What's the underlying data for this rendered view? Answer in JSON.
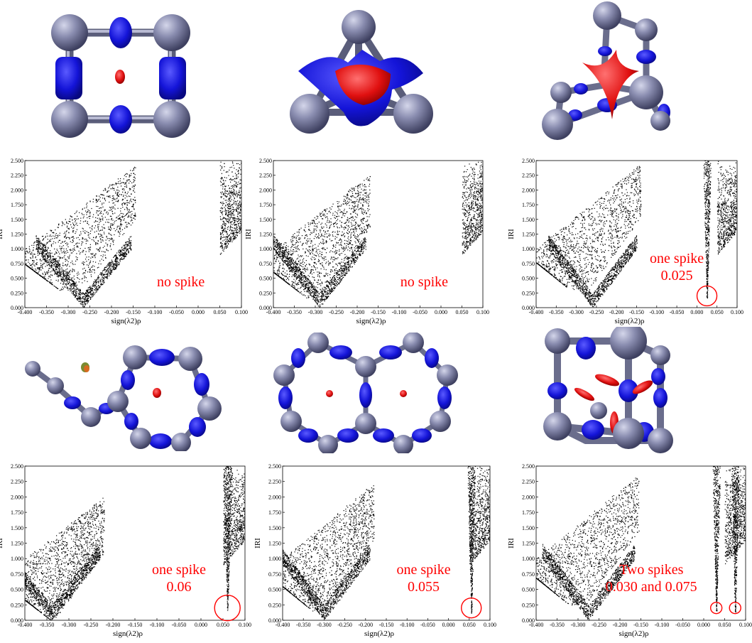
{
  "chart_data": [
    {
      "type": "scatter",
      "title": "",
      "xlabel": "sign(λ2)ρ",
      "ylabel": "IRI",
      "xlim": [
        -0.4,
        0.1
      ],
      "ylim": [
        0,
        2.5
      ],
      "x_ticks": [
        "-0.400",
        "-0.350",
        "-0.300",
        "-0.250",
        "-0.200",
        "-0.150",
        "-0.100",
        "-0.050",
        "0.000",
        "0.050",
        "0.100"
      ],
      "y_ticks": [
        "0.000",
        "0.250",
        "0.500",
        "0.750",
        "1.000",
        "1.250",
        "1.500",
        "1.750",
        "2.000",
        "2.250",
        "2.500"
      ],
      "annotation_lines": [
        "no spike"
      ],
      "spikes": [],
      "notable_minima_x": [
        -0.265
      ],
      "point_color": "#000000",
      "annotation_color": "#ff0000"
    },
    {
      "type": "scatter",
      "title": "",
      "xlabel": "sign(λ2)ρ",
      "ylabel": "IRI",
      "xlim": [
        -0.4,
        0.1
      ],
      "ylim": [
        0,
        2.5
      ],
      "x_ticks": [
        "-0.400",
        "-0.350",
        "-0.300",
        "-0.250",
        "-0.200",
        "-0.150",
        "-0.100",
        "-0.050",
        "0.000",
        "0.050",
        "0.100"
      ],
      "y_ticks": [
        "0.000",
        "0.250",
        "0.500",
        "0.750",
        "1.000",
        "1.250",
        "1.500",
        "1.750",
        "2.000",
        "2.250",
        "2.500"
      ],
      "annotation_lines": [
        "no spike"
      ],
      "spikes": [],
      "notable_minima_x": [
        -0.29
      ],
      "point_color": "#000000",
      "annotation_color": "#ff0000"
    },
    {
      "type": "scatter",
      "title": "",
      "xlabel": "sign(λ2)ρ",
      "ylabel": "IRI",
      "xlim": [
        -0.4,
        0.1
      ],
      "ylim": [
        0,
        2.5
      ],
      "x_ticks": [
        "-0.400",
        "-0.350",
        "-0.300",
        "-0.250",
        "-0.200",
        "-0.150",
        "-0.100",
        "-0.050",
        "0.000",
        "0.050",
        "0.100"
      ],
      "y_ticks": [
        "0.000",
        "0.250",
        "0.500",
        "0.750",
        "1.000",
        "1.250",
        "1.500",
        "1.750",
        "2.000",
        "2.250",
        "2.500"
      ],
      "annotation_lines": [
        "one spike",
        "0.025"
      ],
      "spikes": [
        0.025
      ],
      "notable_minima_x": [
        -0.26
      ],
      "point_color": "#000000",
      "annotation_color": "#ff0000"
    },
    {
      "type": "scatter",
      "title": "",
      "xlabel": "sign(λ2)ρ",
      "ylabel": "IRI",
      "xlim": [
        -0.4,
        0.1
      ],
      "ylim": [
        0,
        2.5
      ],
      "x_ticks": [
        "-0.400",
        "-0.350",
        "-0.300",
        "-0.250",
        "-0.200",
        "-0.150",
        "-0.100",
        "-0.050",
        "0.000",
        "0.050",
        "0.100"
      ],
      "y_ticks": [
        "0.000",
        "0.250",
        "0.500",
        "0.750",
        "1.000",
        "1.250",
        "1.500",
        "1.750",
        "2.000",
        "2.250",
        "2.500"
      ],
      "annotation_lines": [
        "one spike",
        "0.06"
      ],
      "spikes": [
        0.06
      ],
      "notable_minima_x": [
        -0.34
      ],
      "point_color": "#000000",
      "annotation_color": "#ff0000"
    },
    {
      "type": "scatter",
      "title": "",
      "xlabel": "sign(λ2)ρ",
      "ylabel": "IRI",
      "xlim": [
        -0.4,
        0.1
      ],
      "ylim": [
        0,
        2.5
      ],
      "x_ticks": [
        "-0.400",
        "-0.350",
        "-0.300",
        "-0.250",
        "-0.200",
        "-0.150",
        "-0.100",
        "-0.050",
        "0.000",
        "0.050",
        "0.100"
      ],
      "y_ticks": [
        "0.000",
        "0.250",
        "0.500",
        "0.750",
        "1.000",
        "1.250",
        "1.500",
        "1.750",
        "2.000",
        "2.250",
        "2.500"
      ],
      "annotation_lines": [
        "one spike",
        "0.055"
      ],
      "spikes": [
        0.055
      ],
      "notable_minima_x": [],
      "point_color": "#000000",
      "annotation_color": "#ff0000"
    },
    {
      "type": "scatter",
      "title": "",
      "xlabel": "sign(λ2)ρ",
      "ylabel": "IRI",
      "xlim": [
        -0.4,
        0.1
      ],
      "ylim": [
        0,
        2.5
      ],
      "x_ticks": [
        "-0.400",
        "-0.350",
        "-0.300",
        "-0.250",
        "-0.200",
        "-0.150",
        "-0.100",
        "-0.050",
        "0.000",
        "0.050",
        "0.100"
      ],
      "y_ticks": [
        "0.000",
        "0.250",
        "0.500",
        "0.750",
        "1.000",
        "1.250",
        "1.500",
        "1.750",
        "2.000",
        "2.250",
        "2.500"
      ],
      "annotation_lines": [
        "Two spikes",
        "0.030 and 0.075"
      ],
      "spikes": [
        0.03,
        0.075
      ],
      "notable_minima_x": [
        -0.275
      ],
      "point_color": "#000000",
      "annotation_color": "#ff0000"
    }
  ],
  "molecules": [
    {
      "name": "square-ring",
      "atom_color": "#7b7fa0",
      "attractive_isosurface_color": "#1a1ae6",
      "repulsive_isosurface_color": "#e61a1a"
    },
    {
      "name": "tetrahedron",
      "atom_color": "#7b7fa0",
      "attractive_isosurface_color": "#1a1ae6",
      "repulsive_isosurface_color": "#e61a1a"
    },
    {
      "name": "cage",
      "atom_color": "#7b7fa0",
      "attractive_isosurface_color": "#1a1ae6",
      "repulsive_isosurface_color": "#e61a1a"
    },
    {
      "name": "chain-ring",
      "atom_color": "#7b7fa0",
      "attractive_isosurface_color": "#1a1ae6",
      "repulsive_isosurface_color": "#e61a1a"
    },
    {
      "name": "fused-rings",
      "atom_color": "#7b7fa0",
      "attractive_isosurface_color": "#1a1ae6",
      "repulsive_isosurface_color": "#e61a1a"
    },
    {
      "name": "cube",
      "atom_color": "#7b7fa0",
      "attractive_isosurface_color": "#1a1ae6",
      "repulsive_isosurface_color": "#e61a1a"
    }
  ]
}
